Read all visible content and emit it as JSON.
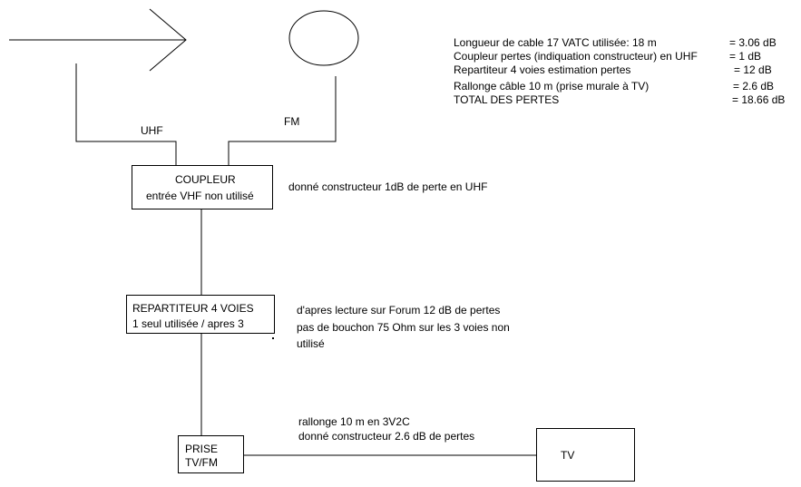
{
  "colors": {
    "line": "#000000",
    "background": "#ffffff",
    "text": "#000000"
  },
  "antenna": {
    "uhf_label": "UHF",
    "fm_label": "FM"
  },
  "coupleur": {
    "title": "COUPLEUR",
    "subtitle": "entrée VHF non utilisé",
    "note": "donné constructeur 1dB de perte en UHF"
  },
  "repartiteur": {
    "title": "REPARTITEUR 4 VOIES",
    "subtitle": "1 seul utilisée / apres 3",
    "note_lines": [
      "d'apres lecture sur Forum 12 dB de pertes",
      "pas de bouchon 75 Ohm sur les 3 voies non",
      "utilisé"
    ]
  },
  "prise": {
    "line1": "PRISE",
    "line2": "TV/FM",
    "cable_note_lines": [
      "rallonge 10 m en 3V2C",
      "donné constructeur 2.6 dB de pertes"
    ]
  },
  "tv": {
    "label": "TV"
  },
  "losses": [
    {
      "label": "Longueur de cable 17 VATC utilisée:  18 m",
      "value": "= 3.06 dB"
    },
    {
      "label": "Coupleur pertes (indiquation constructeur) en UHF",
      "value": "= 1 dB"
    },
    {
      "label": "Repartiteur 4 voies estimation pertes",
      "value": "= 12 dB"
    },
    {
      "label": "Rallonge câble 10 m (prise murale à TV)",
      "value": "= 2.6 dB"
    },
    {
      "label": "TOTAL DES PERTES",
      "value": "= 18.66 dB"
    }
  ]
}
